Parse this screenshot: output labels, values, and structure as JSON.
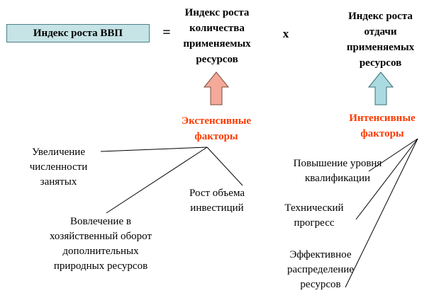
{
  "formula": {
    "gdp_index": "Индекс роста ВВП",
    "equals": "=",
    "times": "х",
    "quantity_lines": [
      "Индекс роста",
      "количества",
      "применяемых",
      "ресурсов"
    ],
    "efficiency_lines": [
      "Индекс роста",
      "отдачи",
      "применяемых",
      "ресурсов"
    ]
  },
  "extensive": {
    "title_lines": [
      "Экстенсивные",
      "факторы"
    ],
    "items": [
      {
        "lines": [
          "Увеличение",
          "численности",
          "занятых"
        ]
      },
      {
        "lines": [
          "Рост объема",
          "инвестиций"
        ]
      },
      {
        "lines": [
          "Вовлечение в",
          "хозяйственный оборот",
          "дополнительных",
          "природных ресурсов"
        ]
      }
    ]
  },
  "intensive": {
    "title_lines": [
      "Интенсивные",
      "факторы"
    ],
    "items": [
      {
        "lines": [
          "Повышение уровня",
          "квалификации"
        ]
      },
      {
        "lines": [
          "Технический",
          "прогресс"
        ]
      },
      {
        "lines": [
          "Эффективное",
          "распределение",
          "ресурсов"
        ]
      }
    ]
  },
  "colors": {
    "factor_title": "#ff3a00",
    "gdp_box_fill": "#c6e3e6",
    "extensive_arrow": "#f4a999",
    "intensive_arrow": "#a9dbe0"
  }
}
